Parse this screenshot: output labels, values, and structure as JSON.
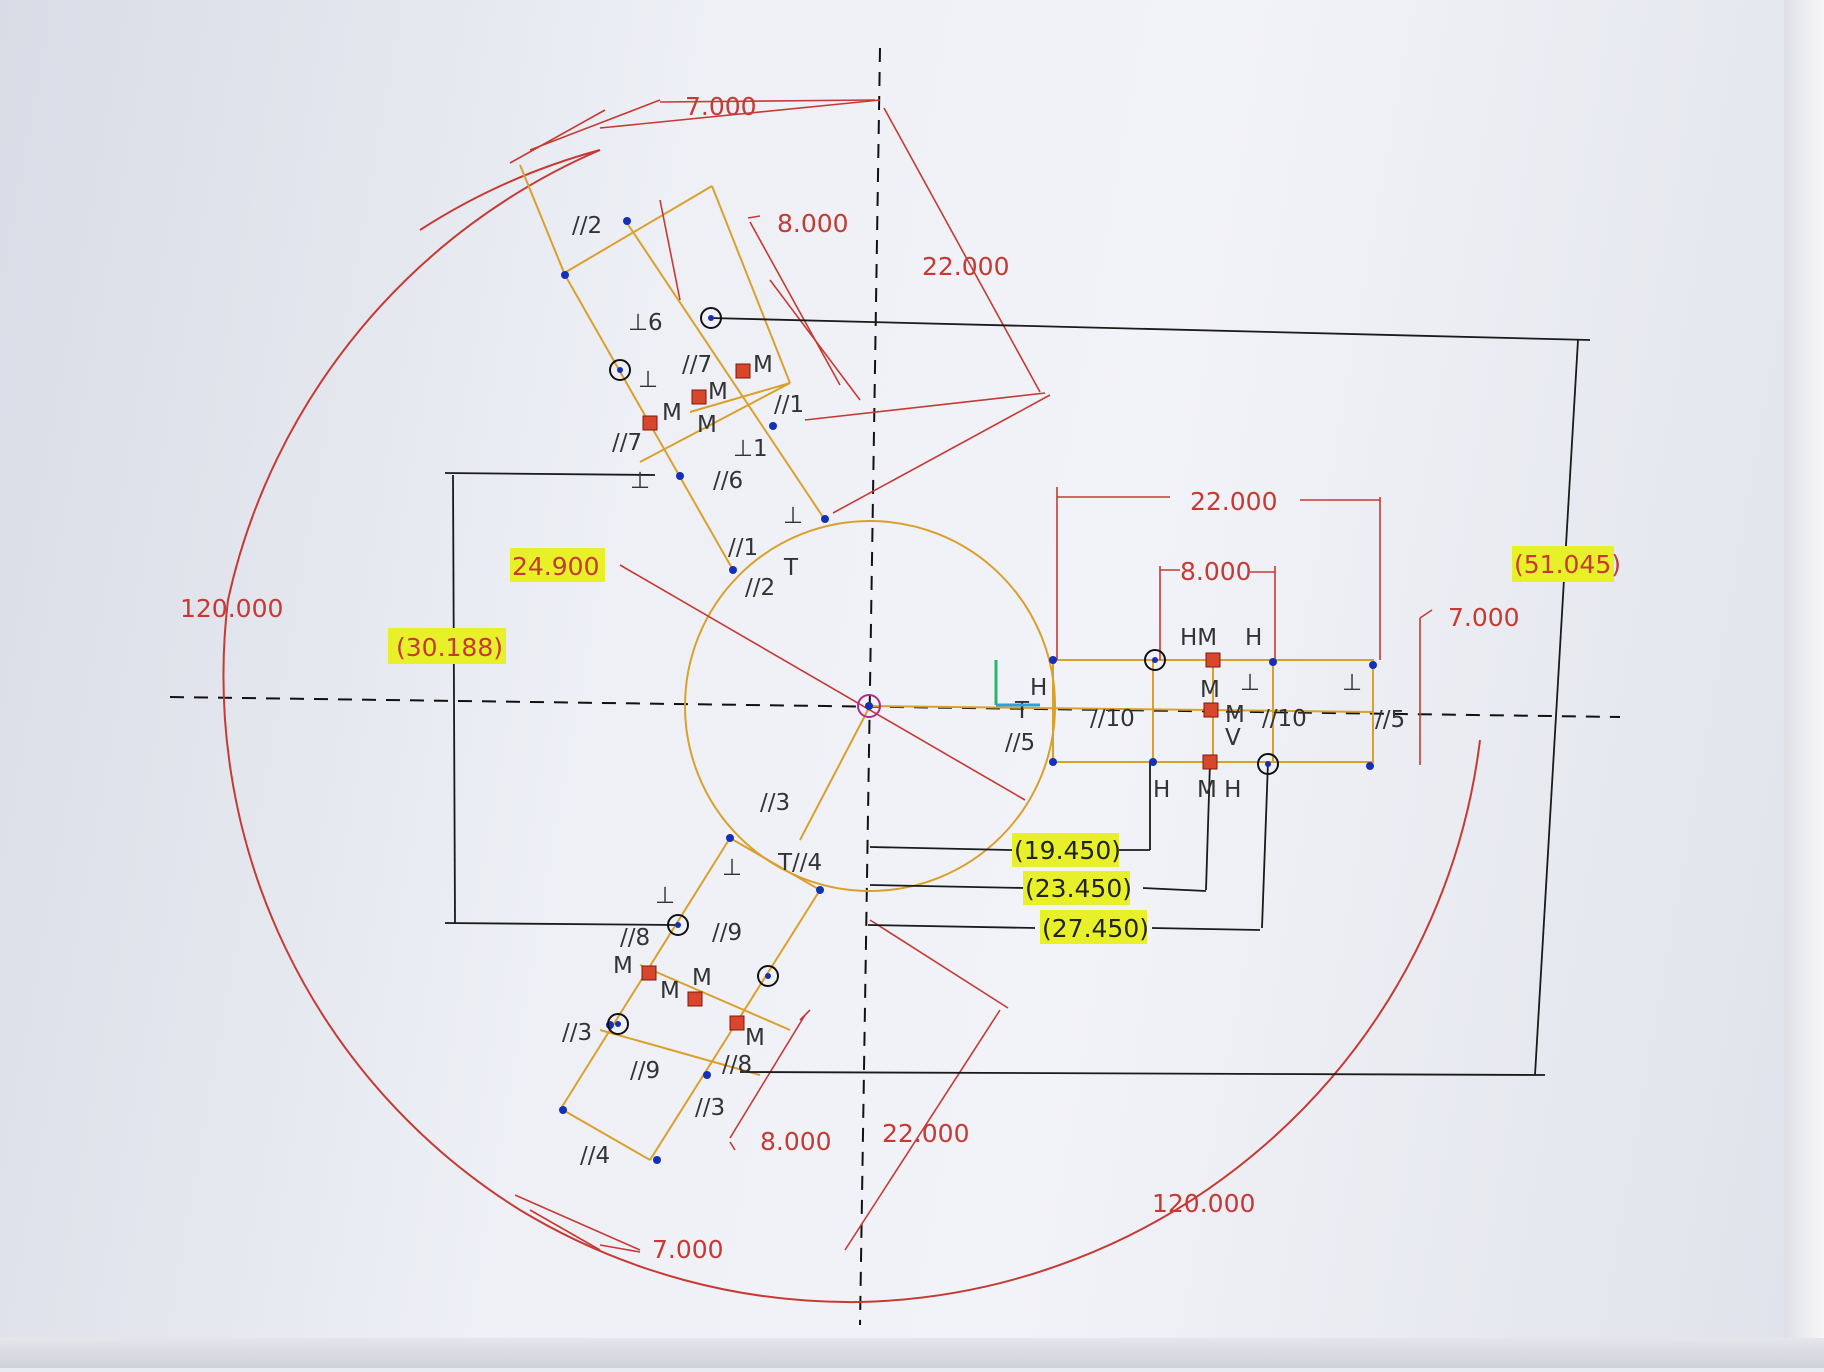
{
  "colors": {
    "dimension": "#c63a33",
    "sketch": "#d9a12c",
    "centerline": "#111111",
    "refline": "#1a1a1a",
    "highlight": "#e8f02a",
    "point": "#1530b8",
    "midpoint": "#d8462c"
  },
  "dimensions": {
    "d_7_top": "7.000",
    "d_8_top": "8.000",
    "d_22_top": "22.000",
    "d_24_9": "24.900",
    "d_120_left": "120.000",
    "d_30_188": "(30.188)",
    "d_22_right": "22.000",
    "d_8_right": "8.000",
    "d_7_right": "7.000",
    "d_51_045": "(51.045)",
    "d_19_45": "(19.450)",
    "d_23_45": "(23.450)",
    "d_27_45": "(27.450)",
    "d_8_bottom": "8.000",
    "d_22_bottom": "22.000",
    "d_7_bottom": "7.000",
    "d_120_bottom": "120.000"
  },
  "constraints": {
    "top_slot": [
      "//2",
      "//7",
      "M",
      "M",
      "M",
      "M",
      "//1",
      "//7",
      "⊥",
      "⊥1",
      "//6",
      "⊥",
      "//1",
      "//2",
      "T",
      "⊥",
      "⊥6"
    ],
    "right_slot": [
      "HM",
      "H",
      "M",
      "⊥",
      "⊥",
      "M",
      "//10",
      "//10",
      "//5",
      "H",
      "M H",
      "H",
      "T",
      "//5",
      "V"
    ],
    "bottom_slot": [
      "//3",
      "T//4",
      "⊥",
      "⊥",
      "//8",
      "//9",
      "M",
      "M",
      "M",
      "M",
      "//3",
      "//9",
      "//8",
      "//3",
      "//4"
    ]
  }
}
